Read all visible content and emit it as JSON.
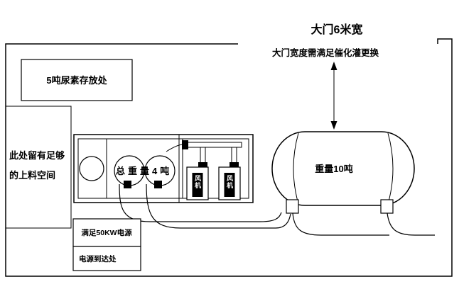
{
  "diagram": {
    "gate": {
      "title": "大门6米宽",
      "note": "大门宽度需满足催化灌更换"
    },
    "urea_storage": {
      "label": "5吨尿素存放处"
    },
    "loading_space": {
      "line1": "此处留有足够",
      "line2": "的上料空间"
    },
    "skid": {
      "weight_label": "总重量4吨"
    },
    "fans": {
      "fan1": "风机",
      "fan2": "风机"
    },
    "tank": {
      "weight_label": "重量10吨"
    },
    "power": {
      "supply": "满足50KW电源",
      "arrival": "电源到达处"
    }
  }
}
